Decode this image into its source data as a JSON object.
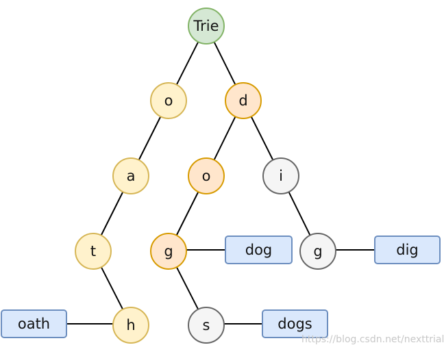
{
  "colors": {
    "root_fill": "#d5e8d4",
    "root_stroke": "#82b366",
    "yellow_fill": "#fff2cc",
    "yellow_stroke": "#d6b656",
    "orange_fill": "#ffe6cc",
    "orange_stroke": "#d79b00",
    "gray_fill": "#f5f5f5",
    "gray_stroke": "#666666",
    "box_fill": "#dae8fc",
    "box_stroke": "#6c8ebf",
    "edge": "#000000"
  },
  "nodes": {
    "root": {
      "label": "Trie",
      "style": "root"
    },
    "o1": {
      "label": "o",
      "style": "yellow"
    },
    "d": {
      "label": "d",
      "style": "orange"
    },
    "a": {
      "label": "a",
      "style": "yellow"
    },
    "o2": {
      "label": "o",
      "style": "orange"
    },
    "i": {
      "label": "i",
      "style": "gray"
    },
    "t": {
      "label": "t",
      "style": "yellow"
    },
    "g1": {
      "label": "g",
      "style": "orange"
    },
    "g2": {
      "label": "g",
      "style": "gray"
    },
    "h": {
      "label": "h",
      "style": "yellow"
    },
    "s": {
      "label": "s",
      "style": "gray"
    }
  },
  "words": {
    "dog": {
      "label": "dog"
    },
    "dig": {
      "label": "dig"
    },
    "oath": {
      "label": "oath"
    },
    "dogs": {
      "label": "dogs"
    }
  },
  "watermark": "https://blog.csdn.net/nexttrial"
}
